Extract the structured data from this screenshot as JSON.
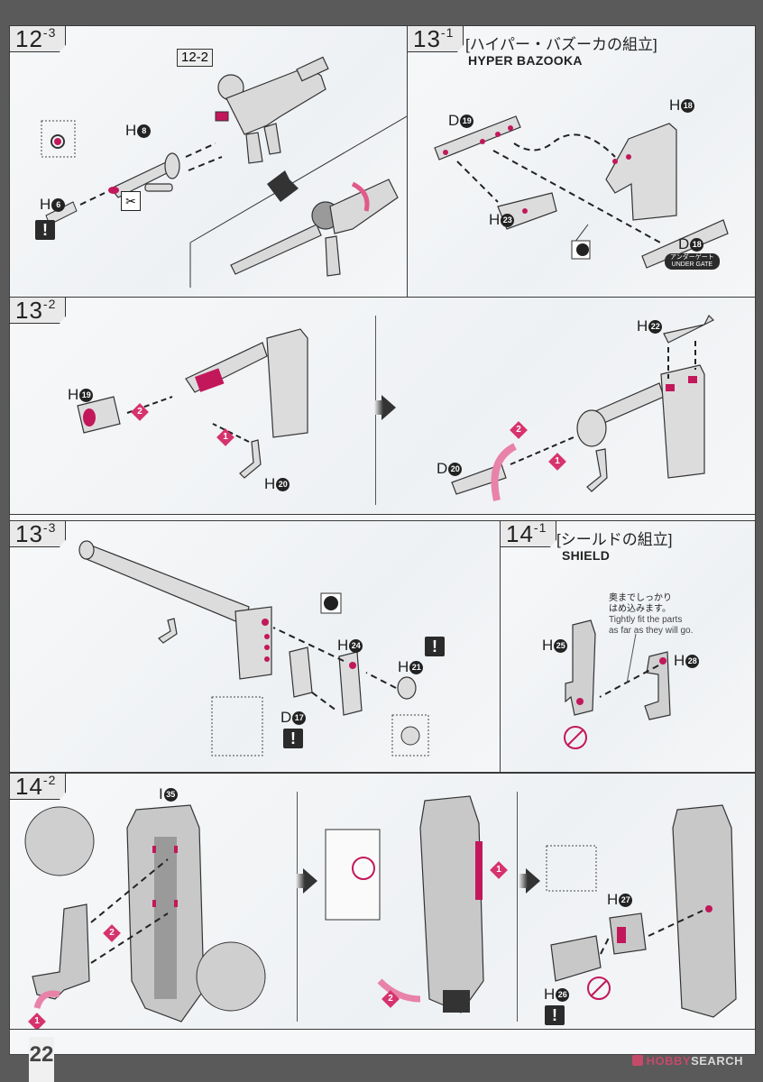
{
  "page": {
    "number": "22",
    "brand": {
      "logo_icon": "flame-logo-icon",
      "part1": "HOBBY",
      "part2": "SEARCH"
    },
    "colors": {
      "accent": "#d6336c",
      "ink": "#222222",
      "panel": "#f6f7f8",
      "background": "#5a5a5a"
    }
  },
  "steps": {
    "s12_3": {
      "main": "12",
      "sub": "-3",
      "ref_tag": "12-2",
      "parts": [
        {
          "letter": "H",
          "num": "8"
        },
        {
          "letter": "H",
          "num": "6"
        }
      ],
      "icons": [
        "cut-gate-icon",
        "caution-icon",
        "rotate-arrow-icon"
      ]
    },
    "s13_1": {
      "main": "13",
      "sub": "-1",
      "title_jp": "[ハイパー・バズーカの組立]",
      "title_en": "HYPER BAZOOKA",
      "parts": [
        {
          "letter": "D",
          "num": "19"
        },
        {
          "letter": "H",
          "num": "18"
        },
        {
          "letter": "H",
          "num": "23"
        },
        {
          "letter": "D",
          "num": "18"
        }
      ],
      "gate_badge_jp": "アンダーゲート",
      "gate_badge_en": "UNDER GATE"
    },
    "s13_2": {
      "main": "13",
      "sub": "-2",
      "parts": [
        {
          "letter": "H",
          "num": "19"
        },
        {
          "letter": "H",
          "num": "20"
        },
        {
          "letter": "H",
          "num": "22"
        },
        {
          "letter": "D",
          "num": "20"
        }
      ],
      "order": [
        "1",
        "2"
      ]
    },
    "s13_3": {
      "main": "13",
      "sub": "-3",
      "parts": [
        {
          "letter": "H",
          "num": "24"
        },
        {
          "letter": "H",
          "num": "21"
        },
        {
          "letter": "D",
          "num": "17"
        }
      ]
    },
    "s14_1": {
      "main": "14",
      "sub": "-1",
      "title_jp": "[シールドの組立]",
      "title_en": "SHIELD",
      "note_jp_1": "奥までしっかり",
      "note_jp_2": "はめ込みます。",
      "note_en_1": "Tightly fit the parts",
      "note_en_2": "as far as they will go.",
      "parts": [
        {
          "letter": "H",
          "num": "25"
        },
        {
          "letter": "H",
          "num": "28"
        }
      ]
    },
    "s14_2": {
      "main": "14",
      "sub": "-2",
      "parts": [
        {
          "letter": "I",
          "num": "35"
        },
        {
          "letter": "H",
          "num": "27"
        },
        {
          "letter": "H",
          "num": "26"
        }
      ],
      "order": [
        "1",
        "2"
      ]
    }
  }
}
